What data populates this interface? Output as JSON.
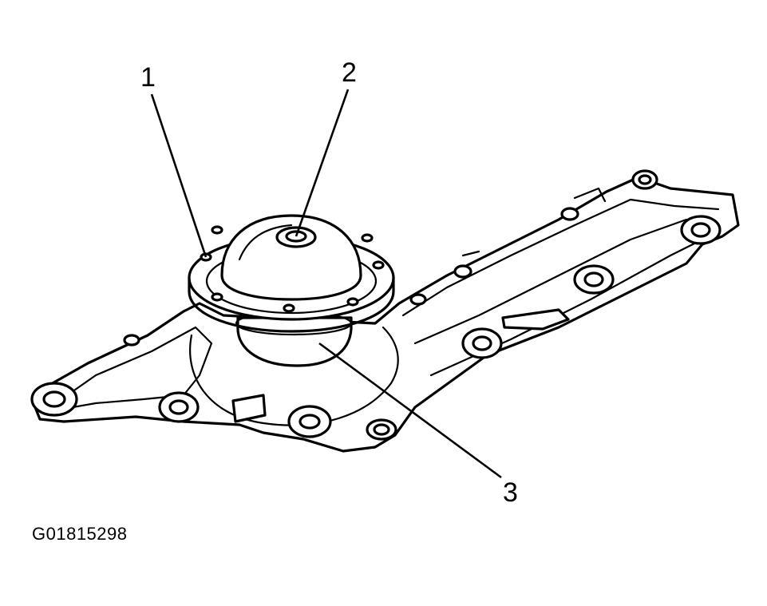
{
  "callouts": {
    "one": "1",
    "two": "2",
    "three": "3"
  },
  "figure_id": "G01815298"
}
